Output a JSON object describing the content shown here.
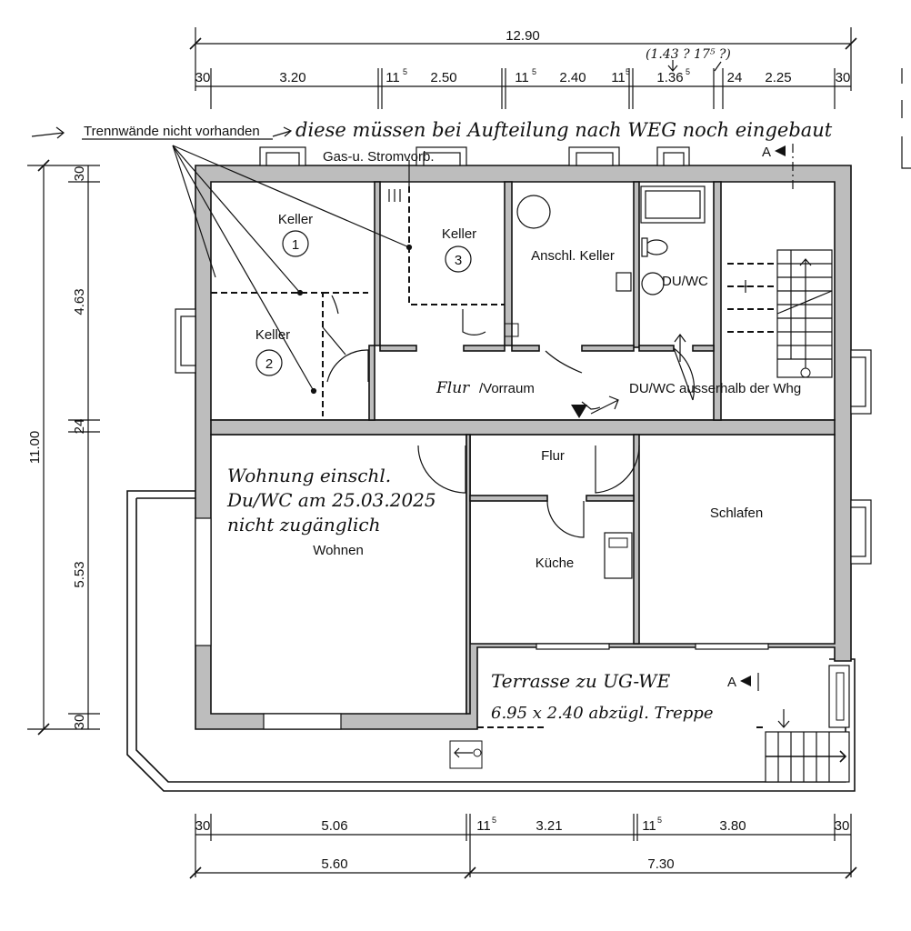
{
  "dimensions_top": {
    "total": "12.90",
    "segments": [
      "30",
      "3.20",
      "11",
      "2.50",
      "11",
      "2.40",
      "11",
      "1.36",
      "24",
      "2.25",
      "30"
    ],
    "sup5": "5",
    "note": "(1.43 ? 17⁵ ?)"
  },
  "dimensions_left": {
    "total": "11.00",
    "segments": [
      "30",
      "4.63",
      "24",
      "5.53",
      "30"
    ]
  },
  "dimensions_bottom": {
    "row1": [
      "30",
      "5.06",
      "11",
      "3.21",
      "11",
      "3.80",
      "30"
    ],
    "row2": [
      "5.60",
      "7.30"
    ],
    "sup5": "5"
  },
  "annotations": {
    "trennwaende": "Trennwände nicht vorhanden",
    "handwritten_top": "diese müssen bei Aufteilung nach WEG noch eingebaut",
    "gas_strom": "Gas-u. Stromvorb.",
    "section_marker": "A",
    "handwritten_wohnung": [
      "Wohnung einschl.",
      "Du/WC am 25.03.2025",
      "nicht zugänglich"
    ],
    "handwritten_terrasse": [
      "Terrasse zu UG-WE",
      "6.95 x 2.40 abzügl. Treppe"
    ],
    "du_wc_ausserhalb": "DU/WC ausserhalb der Whg"
  },
  "rooms": {
    "keller1": {
      "label": "Keller",
      "num": "1"
    },
    "keller2": {
      "label": "Keller",
      "num": "2"
    },
    "keller3": {
      "label": "Keller",
      "num": "3"
    },
    "anschl_keller": "Anschl. Keller",
    "du_wc": "DU/WC",
    "flur_vorraum_hand": "Flur",
    "flur_vorraum": "/Vorraum",
    "flur": "Flur",
    "kueche": "Küche",
    "schlafen": "Schlafen",
    "wohnen": "Wohnen"
  }
}
